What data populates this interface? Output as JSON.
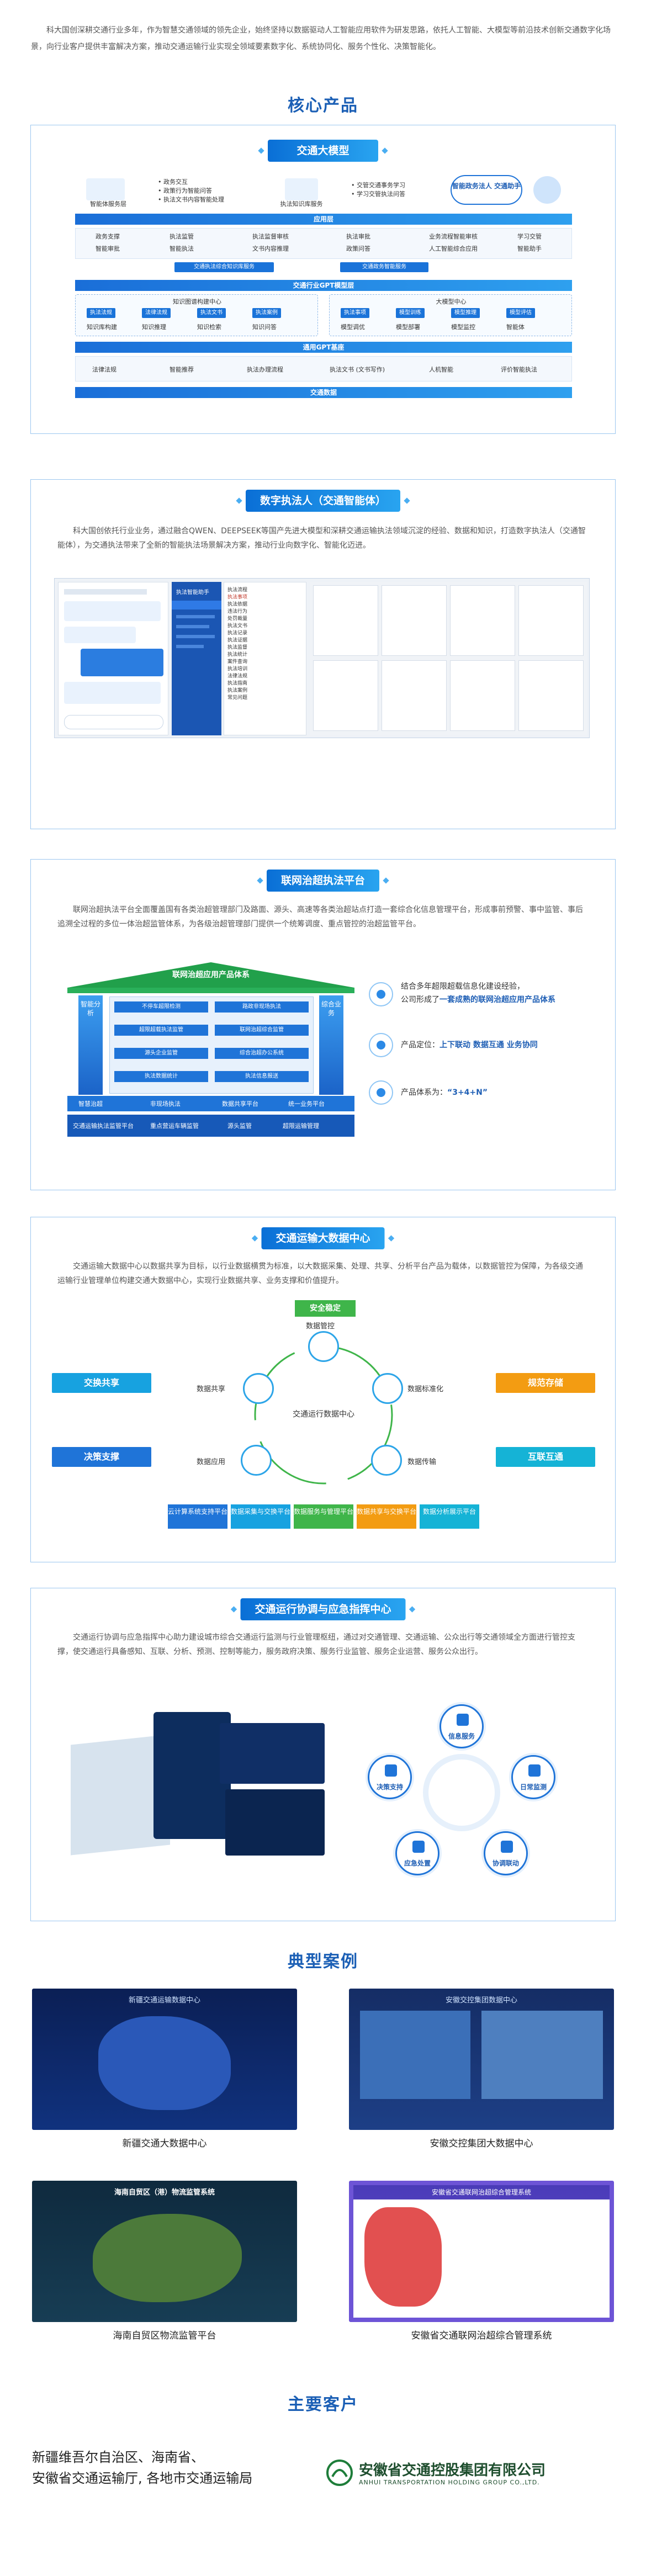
{
  "intro": "科大国创深耕交通行业多年，作为智慧交通领域的领先企业，始终坚持以数据驱动人工智能应用软件为研发思路，依托人工智能、大模型等前沿技术创新交通数字化场景，向行业客户提供丰富解决方案，推动交通运输行业实现全领域要素数字化、系统协同化、服务个性化、决策智能化。",
  "core_products_title": "核心产品",
  "model_section": {
    "pill": "交通大模型",
    "top_items_left": [
      "• 政务交互",
      "• 政策行为智能问答",
      "• 执法文书内容智能处理"
    ],
    "agent_left": "智能体服务层",
    "agent_mid": "执法知识库服务",
    "top_items_right": [
      "• 交管交通事务学习",
      "• 学习交管执法问答"
    ],
    "assistant": "智能政务法人 交通助手",
    "bar1": "应用层",
    "apps": [
      [
        "政务支撑",
        "智能审批"
      ],
      [
        "执法监管",
        "智能执法"
      ],
      [
        "执法监督审核",
        "文书内容推理"
      ],
      [
        "执法审批",
        "政策问答"
      ],
      [
        "业务流程智能审核",
        "人工智能综合应用"
      ],
      [
        "学习交管",
        "智能助手"
      ]
    ],
    "chips_row1": [
      "交通执法综合知识库服务",
      "交通政务智能服务"
    ],
    "bar2": "交通行业GPT模型层",
    "mid_left_title": "知识图谱构建中心",
    "mid_right_title": "大模型中心",
    "mid_chips": [
      "执法法规",
      "法律法规",
      "执法文书",
      "执法案例",
      "执法事项",
      "模型训练",
      "模型推理",
      "模型评估"
    ],
    "mid_row2": [
      "知识库构建",
      "知识推理",
      "知识检索",
      "知识问答",
      "模型调优",
      "模型部署",
      "模型监控",
      "智能体"
    ],
    "bar3": "通用GPT基座",
    "base_items": [
      "法律法规",
      "智能推荐",
      "执法办理流程",
      "执法文书 (文书写作)",
      "人机智能",
      "评价智能执法"
    ],
    "bar4": "交通数据"
  },
  "law_section": {
    "pill": "数字执法人（交通智能体）",
    "para": "科大国创依托行业业务，通过融合QWEN、DEEPSEEK等国产先进大模型和深耕交通运输执法领域沉淀的经验、数据和知识，打造数字执法人（交通智能体），为交通执法带来了全新的智能执法场景解决方案，推动行业向数字化、智能化迈进。",
    "ui_title": "执法智能助手",
    "tree_items": [
      "执法流程",
      "执法事项",
      "执法依据",
      "违法行为",
      "处罚裁量",
      "执法文书",
      "执法记录",
      "执法证据",
      "执法监督",
      "执法统计",
      "案件查询",
      "执法培训",
      "法律法规",
      "执法指南",
      "执法案例",
      "常见问题"
    ]
  },
  "joint_section": {
    "pill": "联网治超执法平台",
    "para": "联网治超执法平台全面覆盖国有各类治超管理部门及路面、源头、高速等各类治超站点打造一套综合化信息管理平台，形成事前预警、事中监管、事后追溯全过程的多位一体治超监管体系，为各级治超管理部门提供一个统筹调度、重点管控的治超监管平台。",
    "temple_title": "联网治超应用产品体系",
    "temple_left": "智能分析",
    "temple_right": "综合业务",
    "temple_boxes": [
      "不停车超限检测",
      "路政非现场执法",
      "超限超载执法监管",
      "联网治超综合监管",
      "源头企业监管",
      "综合治超办公系统",
      "执法数据统计",
      "执法信息报送"
    ],
    "temple_base": [
      "智慧治超",
      "非现场执法",
      "数据共享平台",
      "统一业务平台"
    ],
    "temple_steps": [
      "交通运输执法监管平台",
      "重点营运车辆监管",
      "源头监管",
      "超限运输管理"
    ],
    "feat1_pre": "结合多年超限超载信息化建设经验，",
    "feat1_line2_pre": "公司形成了",
    "feat1_highlight": "一套成熟的联网治超应用产品体系",
    "feat2_label": "产品定位：",
    "feat2_value": "上下联动  数据互通  业务协同",
    "feat3_label": "产品体系为：",
    "feat3_value": "“3+4+N”"
  },
  "bigdata_section": {
    "pill": "交通运输大数据中心",
    "para": "交通运输大数据中心以数据共享为目标，以行业数据横贯为标准，以大数据采集、处理、共享、分析平台产品为载体，以数据管控为保障，为各级交通运输行业管理单位构建交通大数据中心，实现行业数据共享、业务支撑和价值提升。",
    "security": "安全稳定",
    "center": "交通运行数据中心",
    "nodes": [
      "数据管控",
      "数据标准化",
      "数据传输",
      "数据应用",
      "数据共享"
    ],
    "left_buttons": [
      "交换共享",
      "决策支撑"
    ],
    "right_buttons": [
      "规范存储",
      "互联互通"
    ],
    "bottom_buttons": [
      "云计算系统支持平台",
      "数据采集与交换平台",
      "数据服务与管理平台",
      "数据共享与交换平台",
      "数据分析展示平台"
    ]
  },
  "command_section": {
    "pill": "交通运行协调与应急指挥中心",
    "para": "交通运行协调与应急指挥中心助力建设城市综合交通运行监测与行业管理枢纽，通过对交通管理、交通运输、公众出行等交通领域全方面进行管控支撑，使交通运行具备感知、互联、分析、预测、控制等能力，服务政府决策、服务行业监管、服务企业运营、服务公众出行。",
    "ring": [
      "信息服务",
      "日常监测",
      "协调联动",
      "应急处置",
      "决策支持"
    ]
  },
  "cases_title": "典型案例",
  "cases": [
    {
      "caption": "新疆交通大数据中心",
      "screen_title": "新疆交通运输数据中心"
    },
    {
      "caption": "安徽交控集团大数据中心",
      "screen_title": "安徽交控集团数据中心"
    },
    {
      "caption": "海南自贸区物流监管平台",
      "screen_title": "海南自贸区（港）物流监管系统"
    },
    {
      "caption": "安徽省交通联网治超综合管理系统",
      "screen_title": "安徽省交通联网治超综合管理系统"
    }
  ],
  "clients_title": "主要客户",
  "clients_text": [
    "新疆维吾尔自治区、海南省、",
    "安徽省交通运输厅, 各地市交通运输局"
  ],
  "anhui_logo_cn": "安徽省交通控股集团有限公司",
  "anhui_logo_en": "ANHUI TRANSPORTATION HOLDING GROUP CO.,LTD.",
  "colors": {
    "primary": "#1f74d8",
    "title": "#1b5fb5",
    "green": "#3fb54a",
    "orange": "#f39c12",
    "teal": "#17a2b8",
    "cyan": "#15b3d6"
  }
}
